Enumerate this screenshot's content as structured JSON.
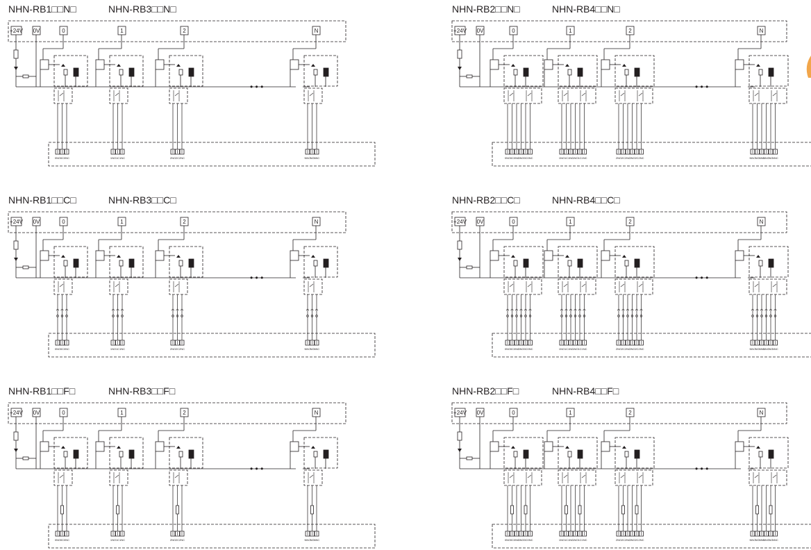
{
  "panels": [
    {
      "title_a": "NHN-RB1□□N□",
      "title_b": "NHN-RB3□□N□",
      "style": "N",
      "contacts": 1,
      "bus_labels": [
        "+24V",
        "0V",
        "0",
        "1",
        "2",
        "N"
      ],
      "terminals": [
        [
          "0NO",
          "0C",
          "0NC"
        ],
        [
          "1NO",
          "1C",
          "1NC"
        ],
        [
          "2NO",
          "2C",
          "2NC"
        ],
        [
          "NNO",
          "NC",
          "NNC"
        ]
      ]
    },
    {
      "title_a": "NHN-RB2□□N□",
      "title_b": "NHN-RB4□□N□",
      "style": "N",
      "contacts": 2,
      "bus_labels": [
        "+24V",
        "0V",
        "0",
        "1",
        "2",
        "N"
      ],
      "terminals": [
        [
          "0NO",
          "0C",
          "0NC",
          "0NO",
          "0C",
          "0NC"
        ],
        [
          "1NO",
          "1C",
          "1NC",
          "1NO",
          "1C",
          "1NC"
        ],
        [
          "2NO",
          "2C",
          "2NC",
          "2NO",
          "2C",
          "2NC"
        ],
        [
          "NNO",
          "NC",
          "NNC",
          "NNO",
          "NC",
          "NNC"
        ]
      ]
    },
    {
      "title_a": "NHN-RB1□□C□",
      "title_b": "NHN-RB3□□C□",
      "style": "C",
      "contacts": 1,
      "bus_labels": [
        "+24V",
        "0V",
        "0",
        "1",
        "2",
        "N"
      ],
      "terminals": [
        [
          "0NO",
          "0C",
          "0NC"
        ],
        [
          "1NO",
          "1C",
          "1NC"
        ],
        [
          "2NO",
          "2C",
          "2NC"
        ],
        [
          "NNO",
          "NC",
          "NNC"
        ]
      ]
    },
    {
      "title_a": "NHN-RB2□□C□",
      "title_b": "NHN-RB4□□C□",
      "style": "C",
      "contacts": 2,
      "bus_labels": [
        "+24V",
        "0V",
        "0",
        "1",
        "2",
        "N"
      ],
      "terminals": [
        [
          "0NO",
          "0C",
          "0NC",
          "0NO",
          "0C",
          "0NC"
        ],
        [
          "1NO",
          "1C",
          "1NC",
          "1NO",
          "1C",
          "1NC"
        ],
        [
          "2NO",
          "2C",
          "2NC",
          "2NO",
          "2C",
          "2NC"
        ],
        [
          "NNO",
          "NC",
          "NNC",
          "NNO",
          "NC",
          "NNC"
        ]
      ]
    },
    {
      "title_a": "NHN-RB1□□F□",
      "title_b": "NHN-RB3□□F□",
      "style": "F",
      "contacts": 1,
      "bus_labels": [
        "+24V",
        "0V",
        "0",
        "1",
        "2",
        "N"
      ],
      "terminals": [
        [
          "0NO",
          "0C",
          "0NC"
        ],
        [
          "1NO",
          "1C",
          "1NC"
        ],
        [
          "2NO",
          "2C",
          "2NC"
        ],
        [
          "NNO",
          "NC",
          "NNC"
        ]
      ]
    },
    {
      "title_a": "NHN-RB2□□F□",
      "title_b": "NHN-RB4□□F□",
      "style": "F",
      "contacts": 2,
      "bus_labels": [
        "+24V",
        "0V",
        "0",
        "1",
        "2",
        "N"
      ],
      "terminals": [
        [
          "0NO",
          "0C",
          "0NC",
          "0NO",
          "0C",
          "0NC"
        ],
        [
          "1NO",
          "1C",
          "1NC",
          "1NO",
          "1C",
          "1NC"
        ],
        [
          "2NO",
          "2C",
          "2NC",
          "2NO",
          "2C",
          "2NC"
        ],
        [
          "NNO",
          "NC",
          "NNC",
          "NNO",
          "NC",
          "NNC"
        ]
      ]
    }
  ],
  "ellipsis": "• • •",
  "colors": {
    "line": "#231f20",
    "background": "#ffffff",
    "accent": "#f2a64a"
  }
}
